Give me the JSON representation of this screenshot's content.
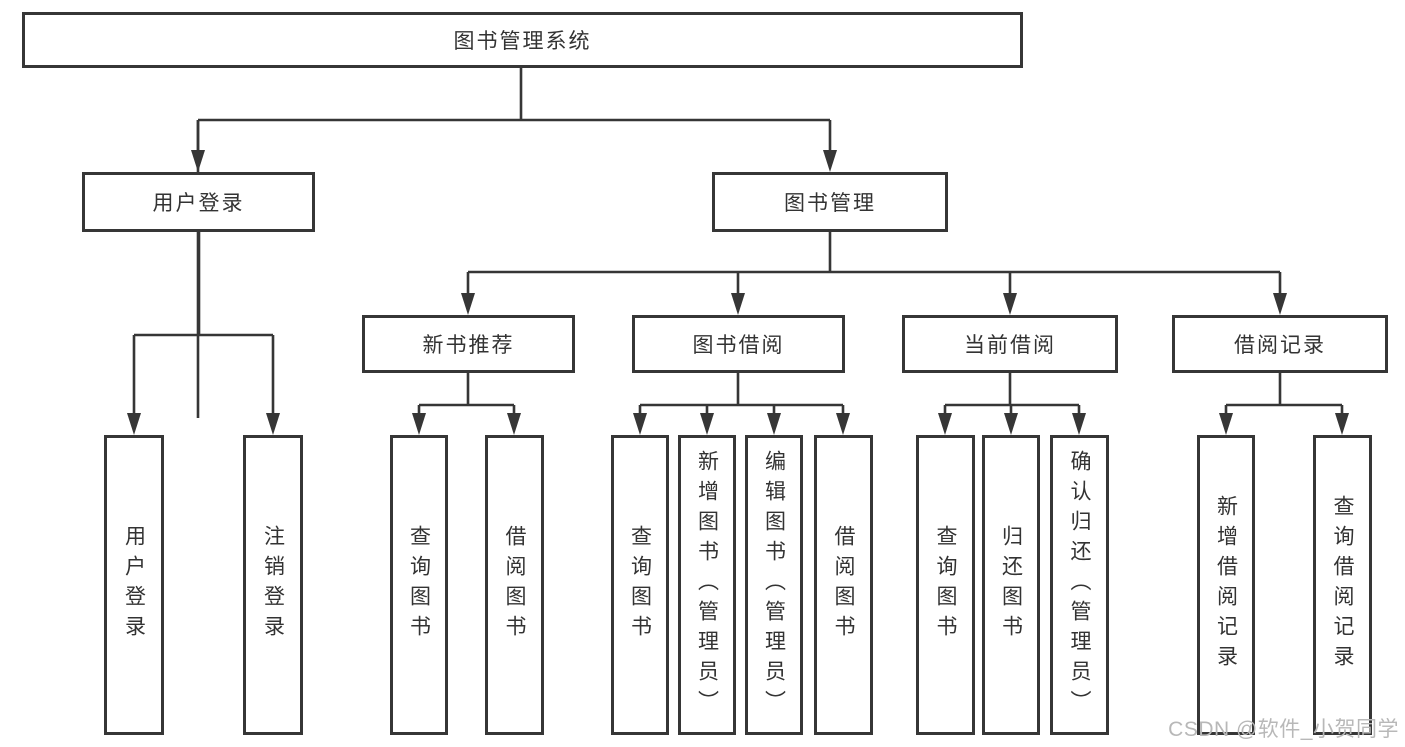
{
  "nodes": {
    "root": {
      "label": "图书管理系统"
    },
    "user_login": {
      "label": "用户登录"
    },
    "book_mgmt": {
      "label": "图书管理"
    },
    "new_book_rec": {
      "label": "新书推荐"
    },
    "book_borrow": {
      "label": "图书借阅"
    },
    "current_borrow": {
      "label": "当前借阅"
    },
    "borrow_records": {
      "label": "借阅记录"
    },
    "leaf_user_login": {
      "label": "用户登录"
    },
    "leaf_logout": {
      "label": "注销登录"
    },
    "leaf_query_book_1": {
      "label": "查询图书"
    },
    "leaf_borrow_book_1": {
      "label": "借阅图书"
    },
    "leaf_query_book_2": {
      "label": "查询图书"
    },
    "leaf_add_book": {
      "label": "新增图书（管理员）"
    },
    "leaf_edit_book": {
      "label": "编辑图书（管理员）"
    },
    "leaf_borrow_book_2": {
      "label": "借阅图书"
    },
    "leaf_query_book_3": {
      "label": "查询图书"
    },
    "leaf_return_book": {
      "label": "归还图书"
    },
    "leaf_confirm_return": {
      "label": "确认归还（管理员）"
    },
    "leaf_add_record": {
      "label": "新增借阅记录"
    },
    "leaf_query_record": {
      "label": "查询借阅记录"
    }
  },
  "hierarchy": {
    "图书管理系统": {
      "用户登录": [
        "用户登录",
        "注销登录"
      ],
      "图书管理": {
        "新书推荐": [
          "查询图书",
          "借阅图书"
        ],
        "图书借阅": [
          "查询图书",
          "新增图书（管理员）",
          "编辑图书（管理员）",
          "借阅图书"
        ],
        "当前借阅": [
          "查询图书",
          "归还图书",
          "确认归还（管理员）"
        ],
        "借阅记录": [
          "新增借阅记录",
          "查询借阅记录"
        ]
      }
    }
  },
  "watermark": {
    "text": "CSDN @软件_小贺同学"
  },
  "colors": {
    "line": "#363636",
    "text": "#333333",
    "watermark": "#b8b8b8",
    "background": "#ffffff"
  }
}
